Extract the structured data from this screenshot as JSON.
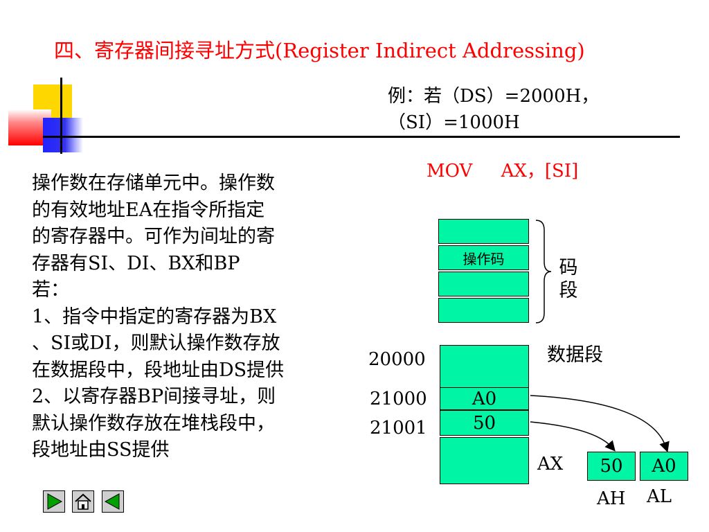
{
  "title": "四、寄存器间接寻址方式(Register  Indirect Addressing)",
  "example": {
    "line1": "例：若（DS）=2000H，",
    "line2": "（SI）=1000H"
  },
  "instruction": "MOV     AX，[SI]",
  "description_lines": [
    "操作数在存储单元中。操作数",
    "的有效地址EA在指令所指定",
    "的寄存器中。可作为间址的寄",
    "存器有SI、DI、BX和BP",
    "若：",
    "1、指令中指定的寄存器为BX",
    "、SI或DI，则默认操作数存放",
    "在数据段中，段地址由DS提供",
    "2、以寄存器BP间接寻址，则",
    "默认操作数存放在堆栈段中，",
    "段地址由SS提供"
  ],
  "code_segment": {
    "cells": [
      "",
      "操作码",
      "",
      ""
    ],
    "label": "码段"
  },
  "data_segment": {
    "label": "数据段",
    "addresses": [
      "20000",
      "21000",
      "21001"
    ],
    "cells": [
      "",
      "A0",
      "50",
      ""
    ]
  },
  "register": {
    "name": "AX",
    "high_value": "50",
    "low_value": "A0",
    "high_name": "AH",
    "low_name": "AL"
  },
  "colors": {
    "title": "#ff0000",
    "instruction": "#ff0000",
    "cell_fill": "#00f5a4",
    "nav_button": "#cfcfcf",
    "nav_arrow": "#00a000"
  },
  "nav": {
    "icons": [
      "play-forward-icon",
      "home-icon",
      "play-back-icon"
    ]
  }
}
